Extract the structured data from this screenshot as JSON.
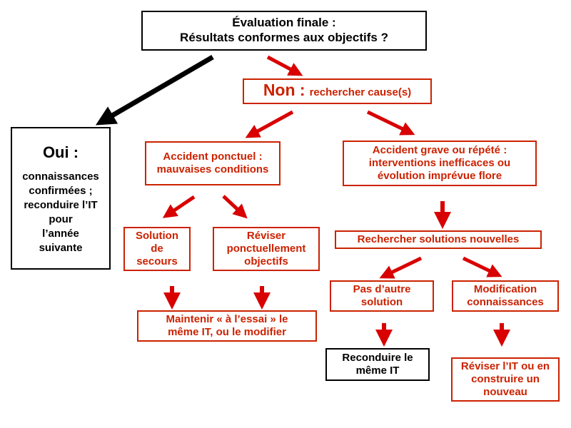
{
  "colors": {
    "red": "#cc2200",
    "arrow_red": "#d80000",
    "black": "#000000"
  },
  "nodes": {
    "evaluation": {
      "lines": [
        "Évaluation finale :",
        "Résultats conformes aux objectifs ?"
      ]
    },
    "non": {
      "head": "Non :",
      "text": "rechercher cause(s)"
    },
    "oui": {
      "head": "Oui :",
      "lines": [
        "connaissances",
        "confirmées ;",
        "reconduire l’IT",
        "pour",
        "l’année",
        "suivante"
      ]
    },
    "accident_ponctuel": {
      "lines": [
        "Accident ponctuel :",
        "mauvaises conditions"
      ]
    },
    "accident_grave": {
      "lines": [
        "Accident grave ou répété :",
        "interventions inefficaces ou",
        "évolution imprévue flore"
      ]
    },
    "solution_secours": {
      "lines": [
        "Solution",
        "de",
        "secours"
      ]
    },
    "reviser_objectifs": {
      "lines": [
        "Réviser",
        "ponctuellement",
        "objectifs"
      ]
    },
    "rechercher_solutions": {
      "lines": [
        "Rechercher solutions nouvelles"
      ]
    },
    "maintenir": {
      "lines": [
        "Maintenir « à l’essai » le",
        "même IT, ou le modifier"
      ]
    },
    "pas_autre": {
      "lines": [
        "Pas d’autre",
        "solution"
      ]
    },
    "modification": {
      "lines": [
        "Modification",
        "connaissances"
      ]
    },
    "reconduire": {
      "lines": [
        "Reconduire le",
        "même IT"
      ]
    },
    "reviser_it": {
      "lines": [
        "Réviser l’IT ou en",
        "construire un",
        "nouveau"
      ]
    }
  }
}
